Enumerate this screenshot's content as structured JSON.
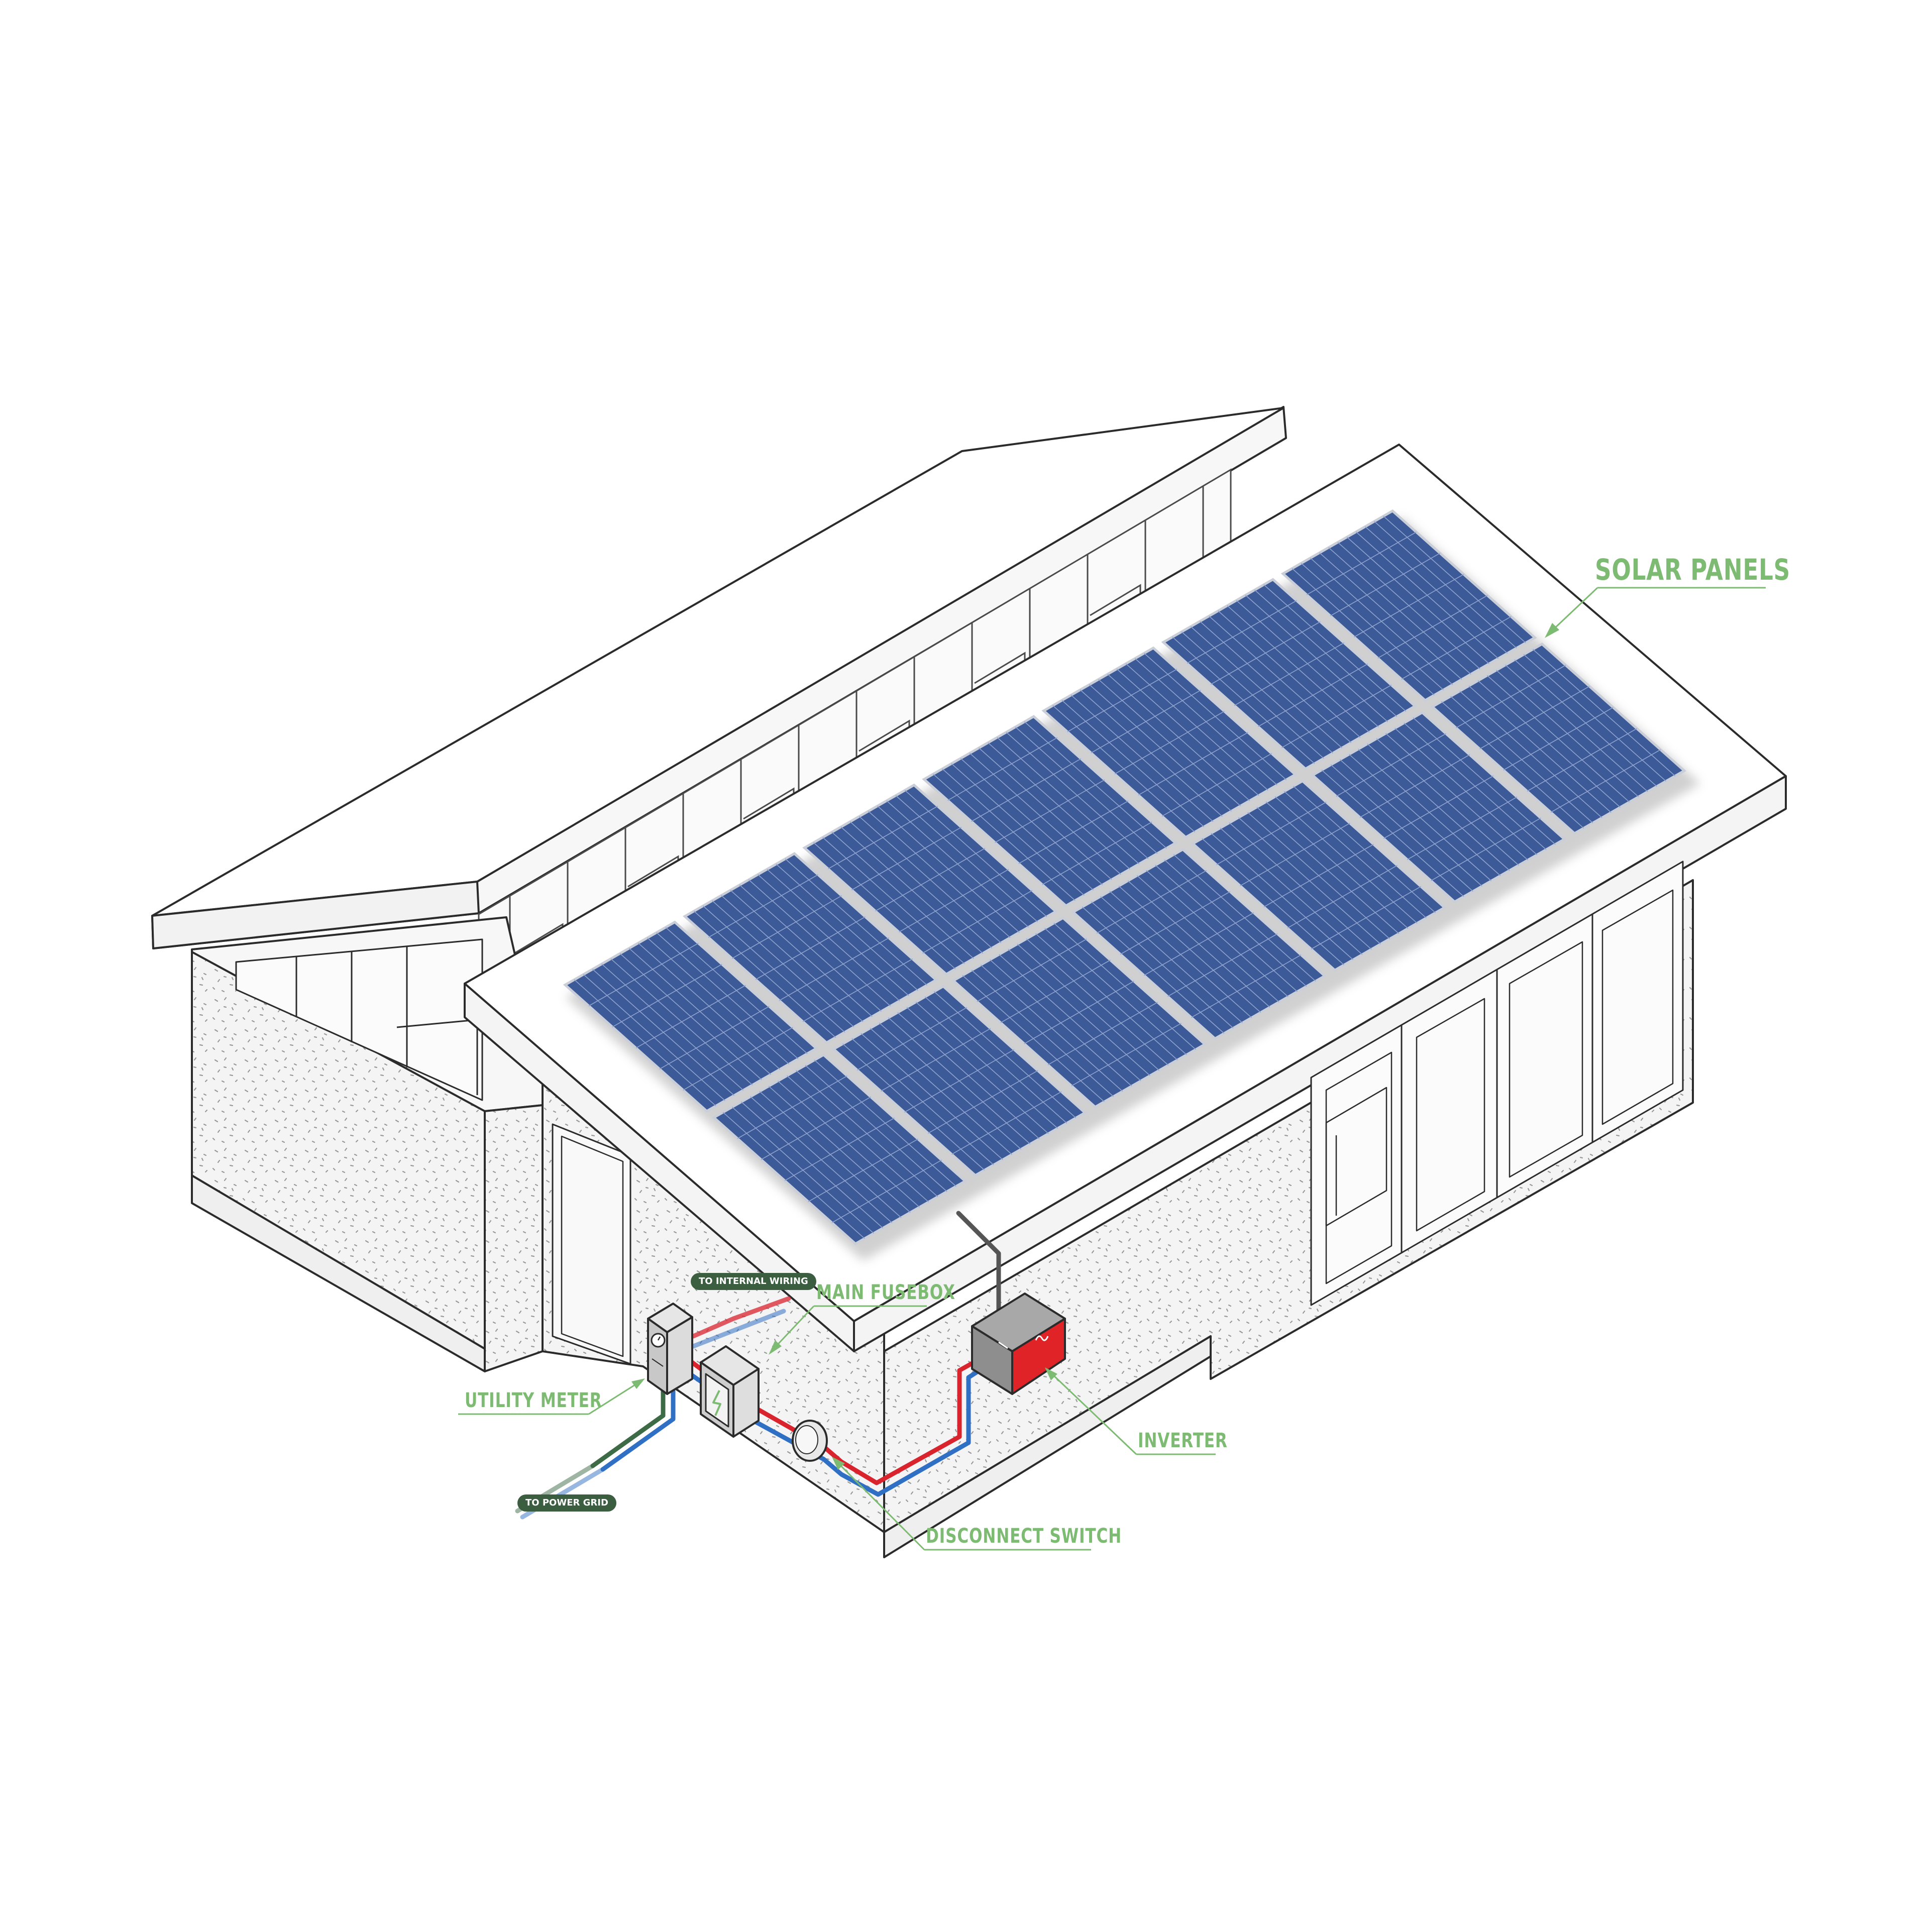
{
  "labels": {
    "solar_panels": "SOLAR PANELS",
    "main_fusebox": "MAIN FUSEBOX",
    "utility_meter": "UTILITY METER",
    "inverter": "INVERTER",
    "disconnect_switch": "DISCONNECT SWITCH"
  },
  "tags": {
    "to_internal_wiring": "TO INTERNAL WIRING",
    "to_power_grid": "TO POWER GRID"
  },
  "colors": {
    "label_green": "#7dbb73",
    "tag_green": "#3b5e41",
    "panel_blue": "#3d5a98",
    "wire_red": "#d9232d",
    "wire_blue": "#2f6fc4",
    "wire_green": "#3c6b46",
    "inverter_red": "#e02327",
    "outline": "#2b2b2b"
  },
  "panels": {
    "rows": 2,
    "columns": 7
  },
  "icons": {
    "meter": "meter-dial-icon",
    "fusebox": "lightning-bolt-icon",
    "inverter": "sine-wave-icon"
  }
}
